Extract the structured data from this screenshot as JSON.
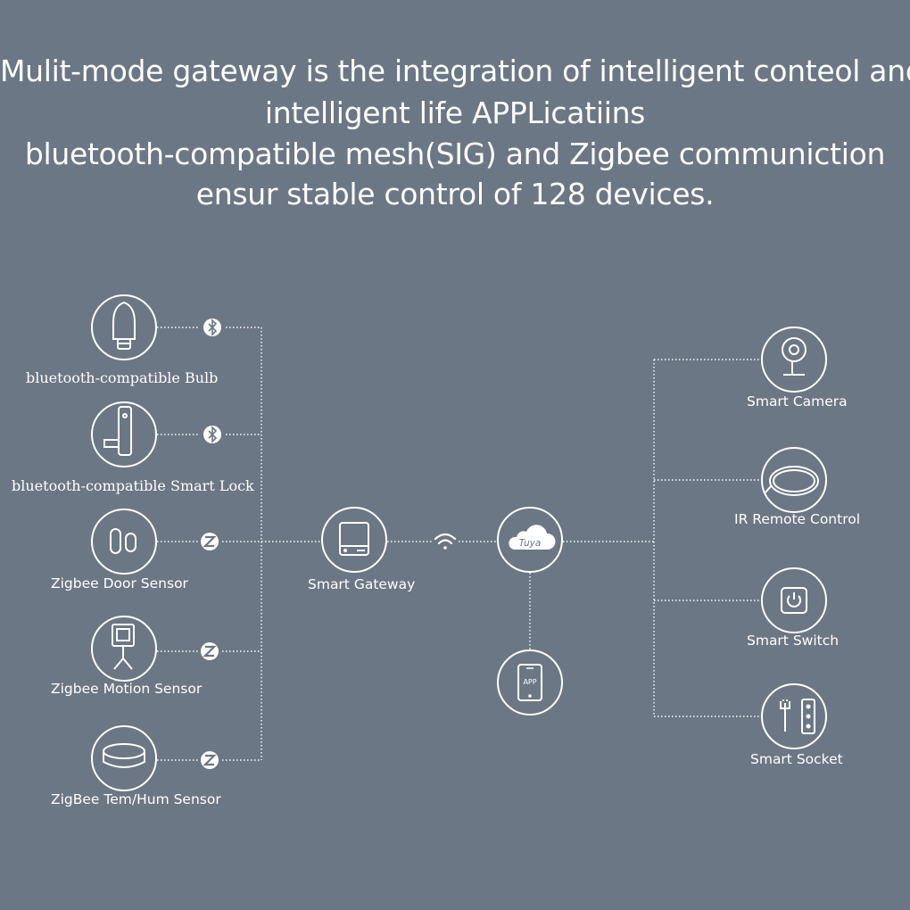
{
  "headline": [
    "Mulit-mode gateway is the integration of intelligent conteol and",
    "intelligent life APPLicatiins",
    "bluetooth-compatible mesh(SIG) and Zigbee communiction",
    "ensur stable control of 128 devices."
  ],
  "left_devices": [
    {
      "label": "bluetooth-compatible Bulb",
      "icon": "bulb-icon",
      "protocol": "bluetooth"
    },
    {
      "label": "bluetooth-compatible Smart Lock",
      "icon": "smart-lock-icon",
      "protocol": "bluetooth"
    },
    {
      "label": "Zigbee Door Sensor",
      "icon": "door-sensor-icon",
      "protocol": "zigbee"
    },
    {
      "label": "Zigbee Motion Sensor",
      "icon": "motion-sensor-icon",
      "protocol": "zigbee"
    },
    {
      "label": "ZigBee Tem/Hum Sensor",
      "icon": "temp-humidity-sensor-icon",
      "protocol": "zigbee"
    }
  ],
  "gateway": {
    "label": "Smart Gateway",
    "icon": "gateway-icon"
  },
  "cloud": {
    "label": "Tuya",
    "icon": "cloud-icon"
  },
  "app": {
    "label": "APP",
    "icon": "phone-app-icon"
  },
  "right_devices": [
    {
      "label": "Smart Camera",
      "icon": "camera-icon"
    },
    {
      "label": "IR Remote Control",
      "icon": "ir-remote-icon"
    },
    {
      "label": "Smart Switch",
      "icon": "switch-icon"
    },
    {
      "label": "Smart Socket",
      "icon": "socket-icon"
    }
  ],
  "colors": {
    "background": "#6b7785",
    "foreground": "#ffffff"
  }
}
